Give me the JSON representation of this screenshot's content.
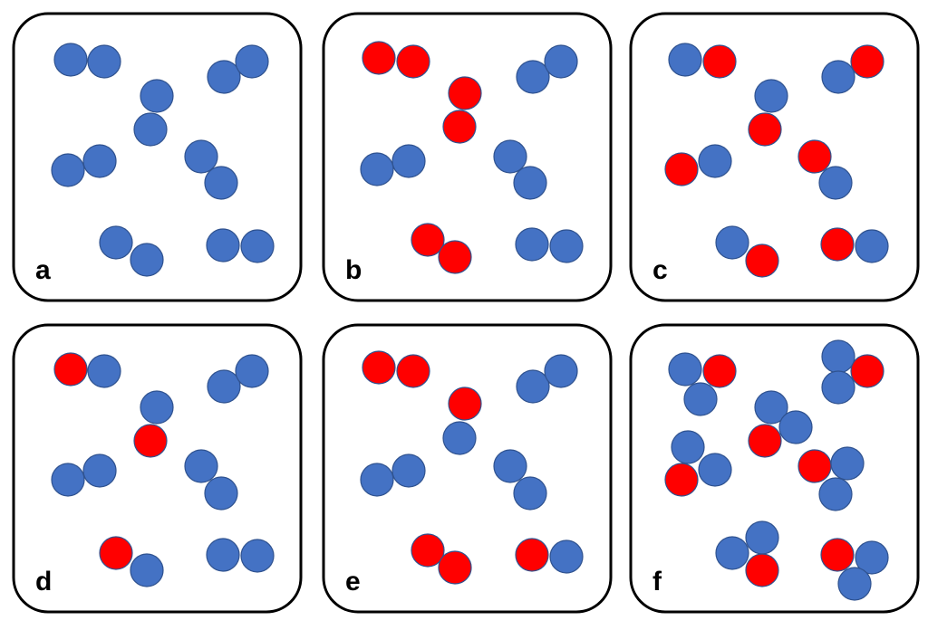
{
  "colors": {
    "blue": "#4472C4",
    "red": "#FF0000",
    "outline": "#2F528F",
    "frame": "#000000"
  },
  "panels": [
    {
      "label": "a",
      "atoms": [
        "blue",
        "blue",
        "blue",
        "blue",
        "blue",
        "blue",
        "blue",
        "blue",
        "blue",
        "blue",
        "blue",
        "blue",
        "blue",
        "blue"
      ]
    },
    {
      "label": "b",
      "atoms": [
        "red",
        "red",
        "red",
        "red",
        "blue",
        "blue",
        "blue",
        "blue",
        "red",
        "red",
        "blue",
        "blue",
        "blue",
        "blue"
      ]
    },
    {
      "label": "c",
      "atoms": [
        "blue",
        "red",
        "blue",
        "red",
        "red",
        "blue",
        "red",
        "blue",
        "blue",
        "red",
        "red",
        "blue",
        "blue",
        "red"
      ]
    },
    {
      "label": "d",
      "atoms": [
        "red",
        "blue",
        "blue",
        "red",
        "blue",
        "blue",
        "blue",
        "blue",
        "red",
        "blue",
        "blue",
        "blue",
        "blue",
        "blue"
      ]
    },
    {
      "label": "e",
      "atoms": [
        "red",
        "red",
        "red",
        "blue",
        "blue",
        "blue",
        "blue",
        "blue",
        "red",
        "red",
        "red",
        "blue",
        "blue",
        "blue"
      ]
    },
    {
      "label": "f",
      "atoms": [
        "blue",
        "red",
        "blue",
        "blue",
        "red",
        "blue",
        "blue",
        "blue",
        "red",
        "blue",
        "blue",
        "red",
        "red",
        "blue",
        "blue",
        "blue",
        "blue",
        "red",
        "red",
        "blue",
        "blue"
      ]
    }
  ]
}
